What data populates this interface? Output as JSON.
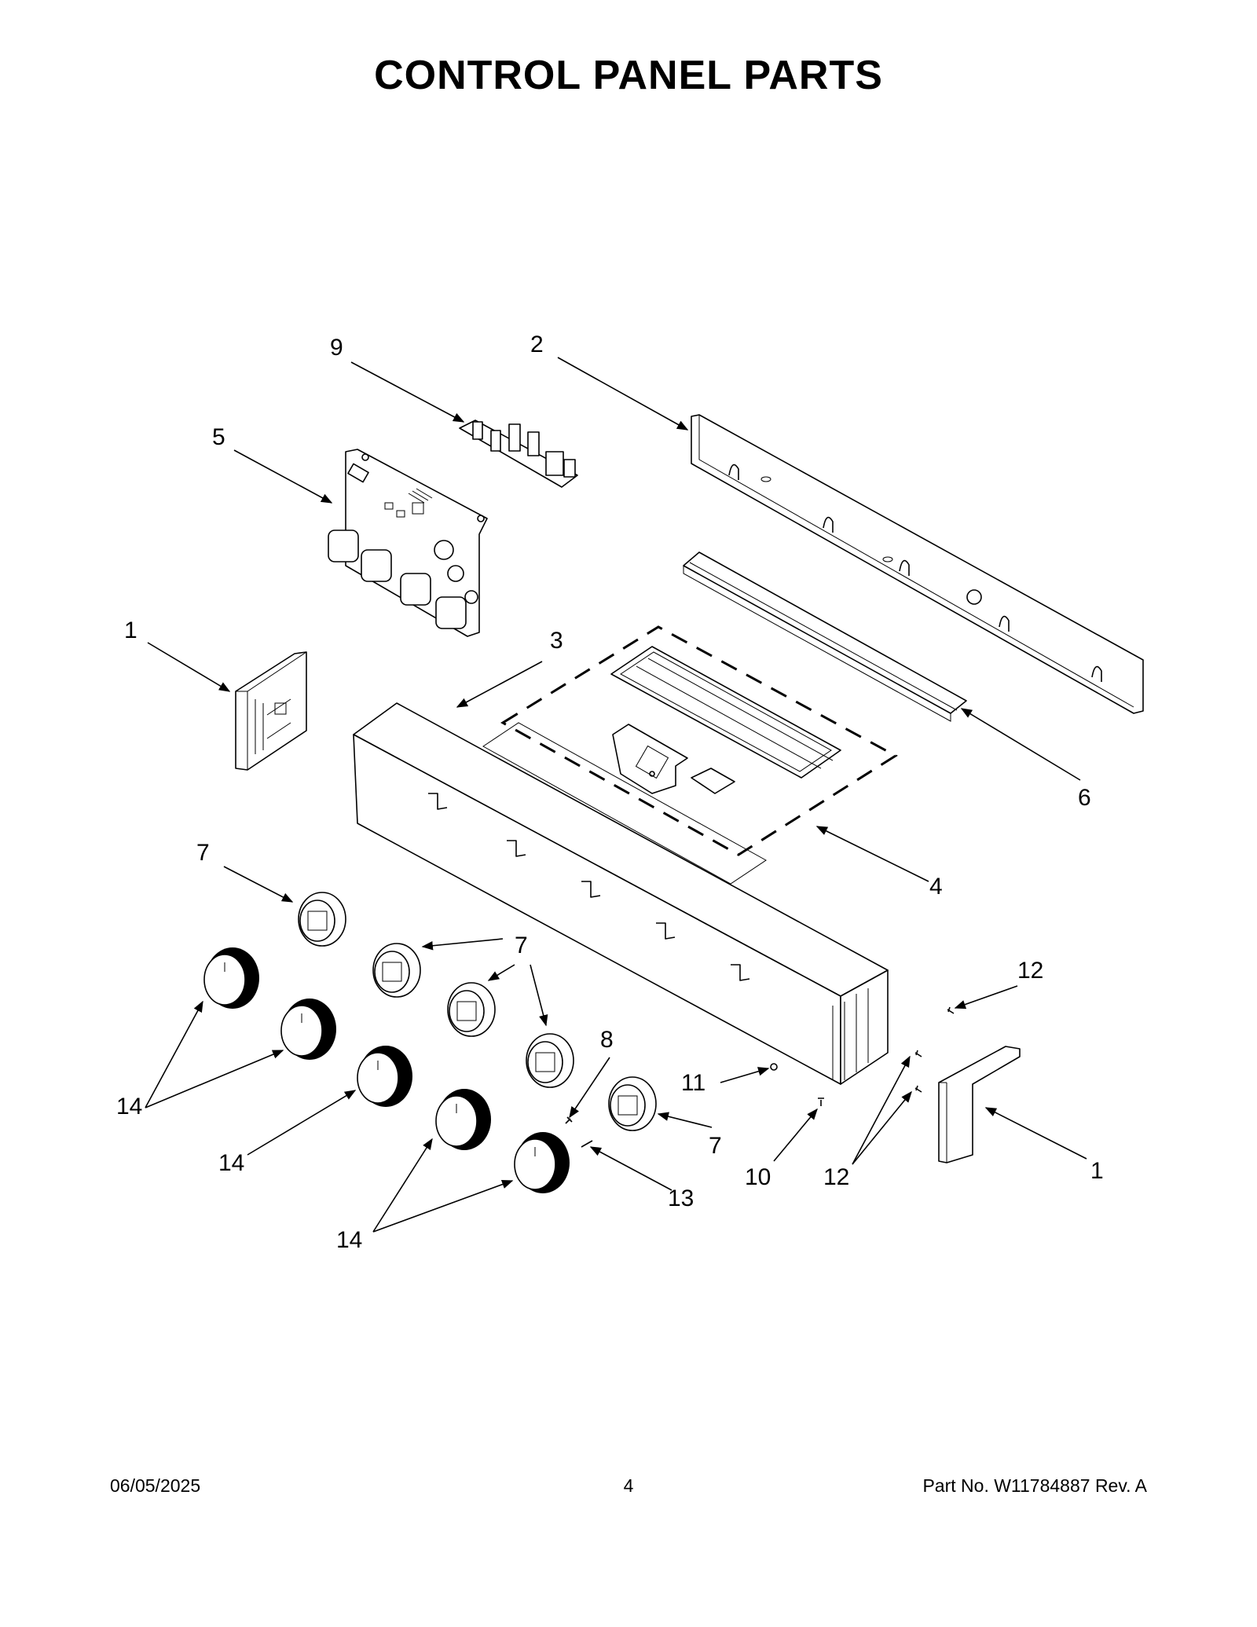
{
  "title": "CONTROL PANEL PARTS",
  "callouts": {
    "c1_left": "1",
    "c1_right": "1",
    "c2": "2",
    "c3": "3",
    "c4": "4",
    "c5": "5",
    "c6": "6",
    "c7_a": "7",
    "c7_b": "7",
    "c7_c": "7",
    "c8": "8",
    "c9": "9",
    "c10": "10",
    "c11": "11",
    "c12_top": "12",
    "c12_bottom": "12",
    "c13": "13",
    "c14_a": "14",
    "c14_b": "14",
    "c14_c": "14"
  },
  "footer": {
    "date": "06/05/2025",
    "page": "4",
    "part": "Part No.  W11784887  Rev.  A"
  }
}
